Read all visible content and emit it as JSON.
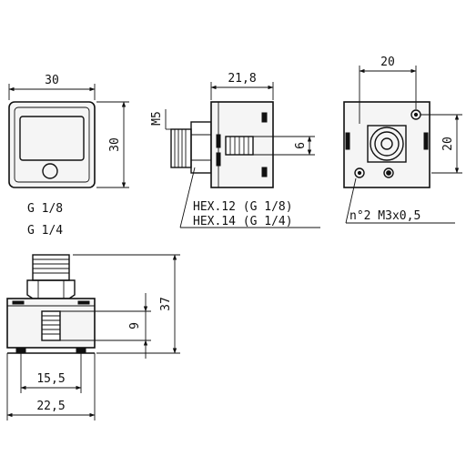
{
  "front_view": {
    "width_dim": "30",
    "height_dim": "30"
  },
  "side_view": {
    "length_dim": "21,8",
    "thread_label": "M5",
    "port_dim": "6",
    "hex_line_1": "HEX.12 (G 1/8)",
    "hex_line_2": "HEX.14 (G 1/4)"
  },
  "rear_view": {
    "width_dim": "20",
    "height_dim": "20",
    "holes_label": "n°2 M3x0,5"
  },
  "bottom_view": {
    "thread_1": "G 1/8",
    "thread_2": "G 1/4",
    "height_dim": "37",
    "port_dim": "9",
    "inner_width_dim": "15,5",
    "outer_width_dim": "22,5"
  }
}
